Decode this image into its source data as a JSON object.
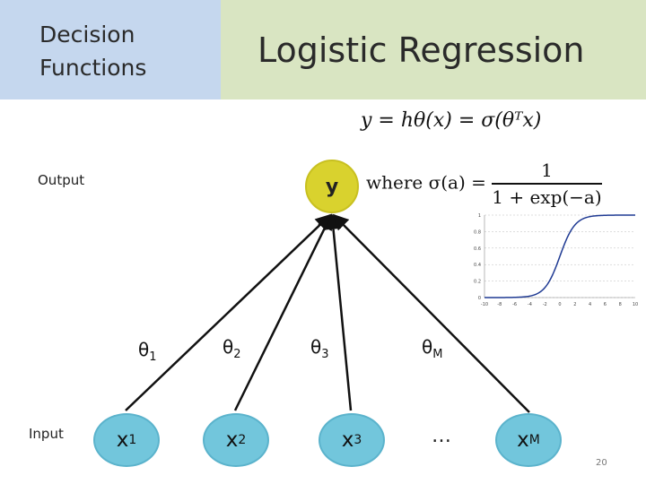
{
  "header": {
    "section_line1": "Decision",
    "section_line2": "Functions",
    "title": "Logistic Regression"
  },
  "labels": {
    "output": "Output",
    "input": "Input"
  },
  "output_node": {
    "label": "y"
  },
  "input_nodes": [
    {
      "label": "x",
      "sub": "1"
    },
    {
      "label": "x",
      "sub": "2"
    },
    {
      "label": "x",
      "sub": "3"
    },
    {
      "label": "…",
      "sub": ""
    },
    {
      "label": "x",
      "sub": "M"
    }
  ],
  "weights": [
    {
      "label": "θ",
      "sub": "1"
    },
    {
      "label": "θ",
      "sub": "2"
    },
    {
      "label": "θ",
      "sub": "3"
    },
    {
      "label": "θ",
      "sub": "M"
    }
  ],
  "formula": {
    "model": "y = hθ(x) = σ(θᵀx)",
    "where": "where σ(a) =",
    "numerator": "1",
    "denominator": "1 + exp(−a)"
  },
  "sigmoid_plot": {
    "type": "line",
    "function": "logistic",
    "xlim": [
      -10,
      10
    ],
    "ylim": [
      0,
      1
    ],
    "xticks": [
      "-10",
      "-8",
      "-6",
      "-4",
      "-2",
      "0",
      "2",
      "4",
      "6",
      "8",
      "10"
    ],
    "yticks": [
      "0",
      "0.2",
      "0.4",
      "0.6",
      "0.8",
      "1"
    ],
    "line_color": "#1f3a93"
  },
  "colors": {
    "output_node": "#d9d22e",
    "input_node": "#72c6dc",
    "header_left": "#c5d7ee",
    "header_right": "#d9e5c2"
  },
  "page_number": "20"
}
